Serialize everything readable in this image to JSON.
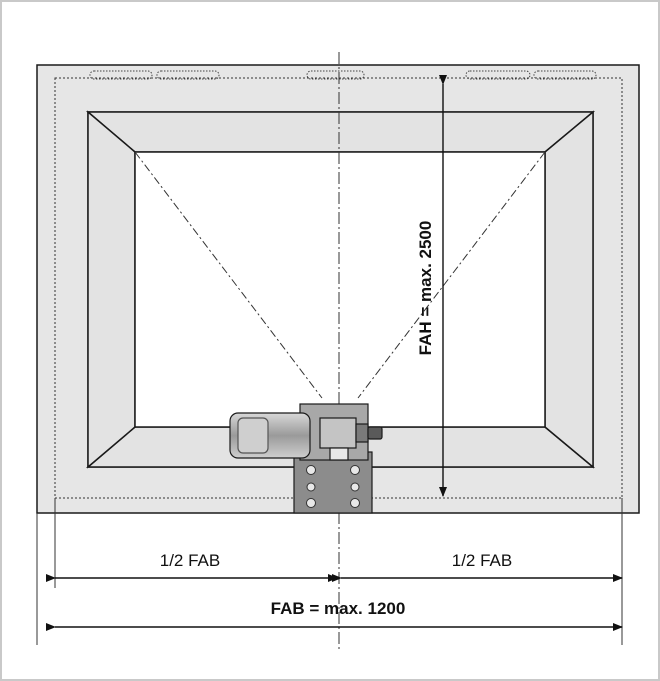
{
  "diagram": {
    "height_label": "FAH = max. 2500",
    "half_width_left_label": "1/2 FAB",
    "half_width_right_label": "1/2 FAB",
    "full_width_label": "FAB = max. 1200"
  },
  "colors": {
    "outer_frame_fill": "#e6e6e6",
    "sash_fill": "#e6e6e6",
    "glass_fill": "#ffffff",
    "line": "#1a1a1a",
    "motor_fill": "#bdbdbd",
    "bracket_fill": "#8c8c8c"
  }
}
